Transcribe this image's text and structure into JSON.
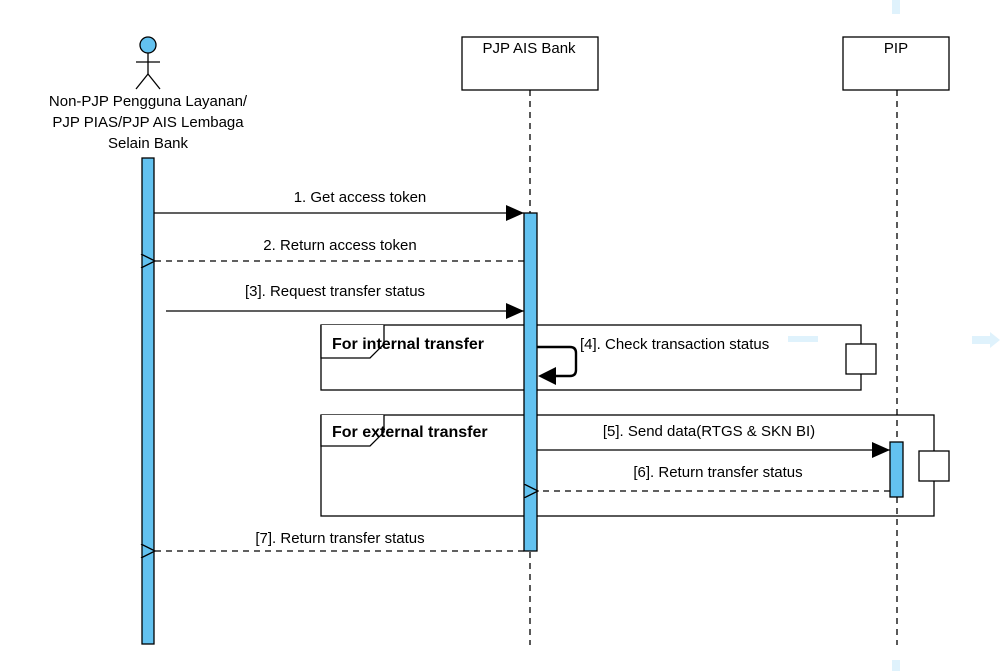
{
  "colors": {
    "activation_fill": "#63c2f0",
    "stroke": "#000000",
    "faint_guides": "#dff2fc",
    "background": "#ffffff"
  },
  "participants": {
    "actor": {
      "line1": "Non-PJP Pengguna Layanan/",
      "line2": "PJP PIAS/PJP AIS Lembaga",
      "line3": "Selain Bank",
      "icon": "stick-figure-actor-icon"
    },
    "bank": {
      "label": "PJP AIS Bank"
    },
    "pip": {
      "label": "PIP"
    }
  },
  "messages": {
    "m1": "1. Get access token",
    "m2": "2. Return access token",
    "m3": "[3]. Request transfer status",
    "m4": "[4]. Check transaction status",
    "m5": "[5]. Send data(RTGS & SKN BI)",
    "m6": "[6]. Return transfer status",
    "m7": "[7]. Return transfer status"
  },
  "fragments": {
    "internal": "For internal transfer",
    "external": "For external transfer"
  }
}
